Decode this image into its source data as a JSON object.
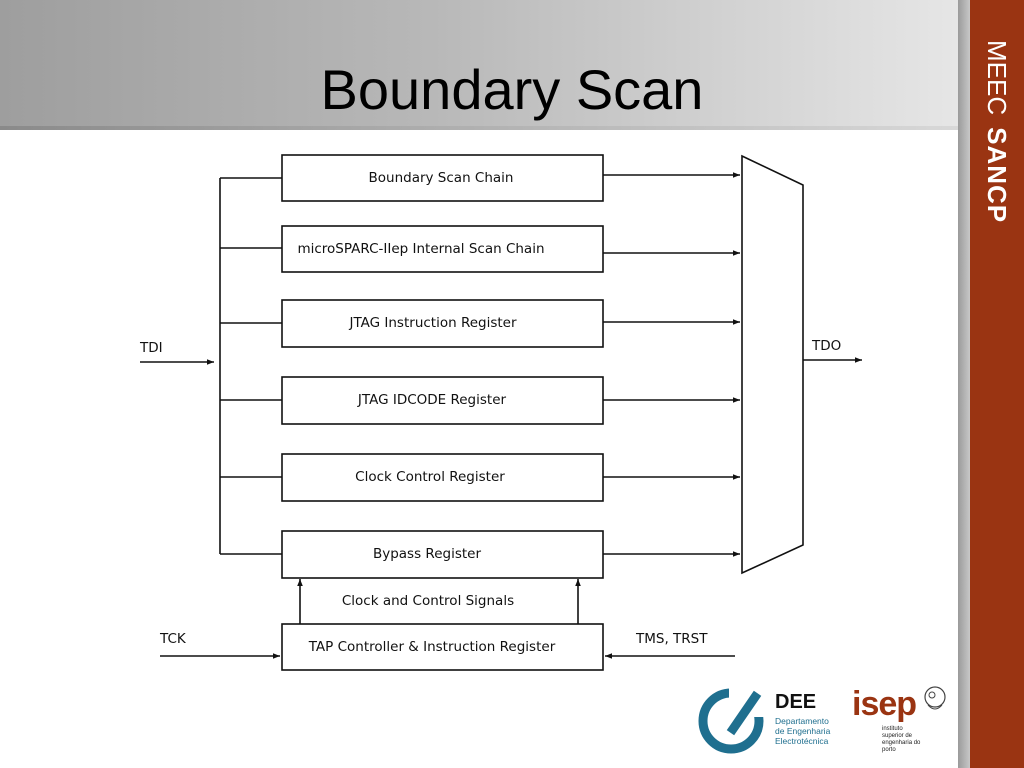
{
  "slide": {
    "title": "Boundary Scan",
    "side_band": {
      "word1": "MEEC",
      "word2": "SANCP",
      "color": "#9a3412"
    }
  },
  "diagram": {
    "registers": [
      "Boundary Scan Chain",
      "microSPARC-IIep Internal Scan Chain",
      "JTAG Instruction Register",
      "JTAG IDCODE Register",
      "Clock Control Register",
      "Bypass Register"
    ],
    "tdi_label": "TDI",
    "tdo_label": "TDO",
    "signals_label": "Clock and Control Signals",
    "tap_label": "TAP Controller & Instruction Register",
    "tck_label": "TCK",
    "tms_label": "TMS, TRST"
  },
  "logos": {
    "dee": {
      "name": "DEE",
      "line1": "Departamento",
      "line2": "de Engenharia",
      "line3": "Electrotécnica",
      "color": "#1f6f8f"
    },
    "isep": {
      "name": "isep",
      "line1": "instituto",
      "line2": "superior de",
      "line3": "engenharia do",
      "line4": "porto"
    }
  }
}
